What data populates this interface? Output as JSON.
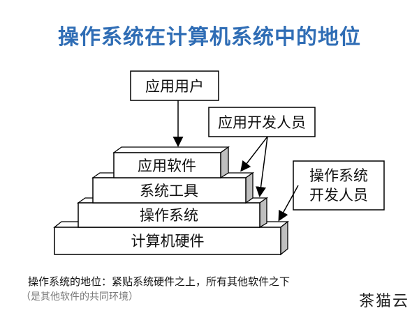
{
  "title": "操作系统在计算机系统中的地位",
  "roles": {
    "app_user": "应用用户",
    "app_developer": "应用开发人员",
    "os_developer_line1": "操作系统",
    "os_developer_line2": "开发人员"
  },
  "layers": {
    "application_software": "应用软件",
    "system_tools": "系统工具",
    "operating_system": "操作系统",
    "computer_hardware": "计算机硬件"
  },
  "caption": {
    "line1": "操作系统的地位：紧贴系统硬件之上，所有其他软件之下",
    "line2": "（是其他软件的共同环境）"
  },
  "watermark": "茶猫云",
  "colors": {
    "title": "#2f6db5",
    "layer_fill": "#ffffff",
    "layer_side": "#bfbfbf",
    "stroke": "#000000"
  }
}
